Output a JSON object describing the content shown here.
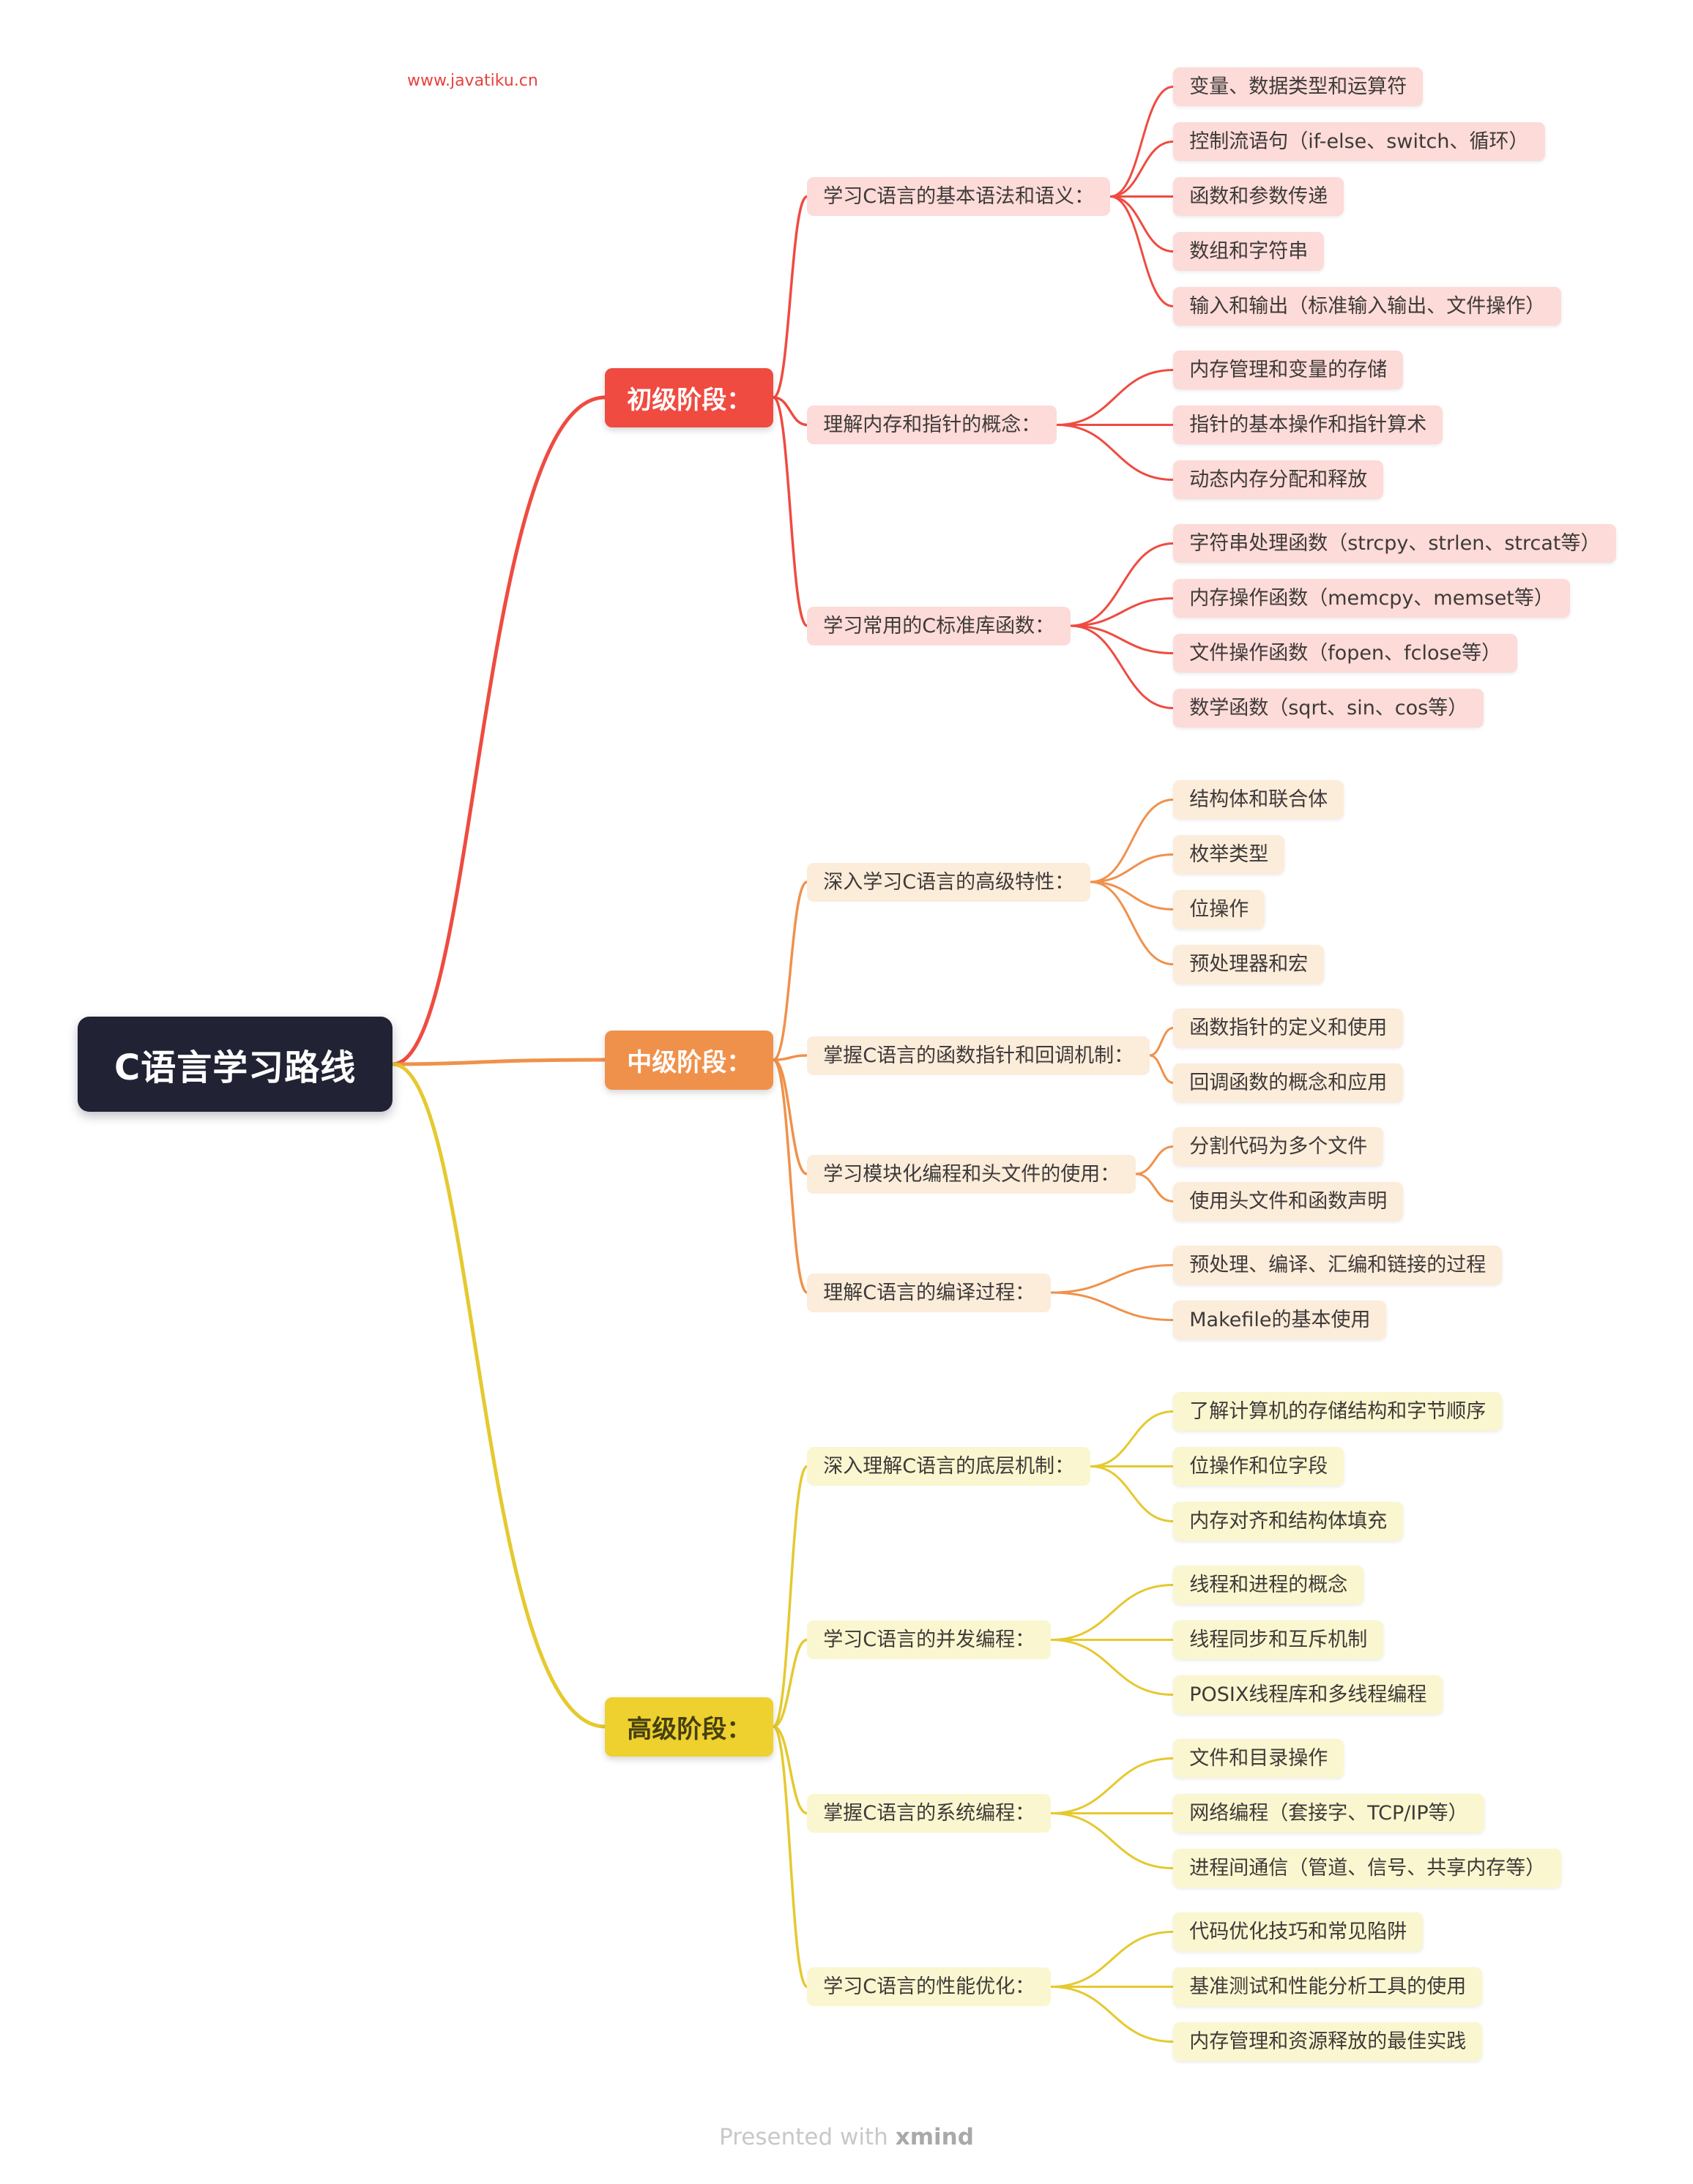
{
  "watermark": {
    "text": "www.javatiku.cn",
    "color": "#e8423c"
  },
  "footer": {
    "presented_with": "Presented with",
    "brand": "xmind"
  },
  "root": {
    "label": "C语言学习路线",
    "bg": "#212234",
    "fg": "#ffffff",
    "branches": [
      {
        "id": "beginner",
        "label": "初级阶段：",
        "bg": "#ef4b41",
        "fg": "#ffffff",
        "line": "#ef4b41",
        "child_bg": "#fcdbd8",
        "child_fg": "#3e3a39",
        "children": [
          {
            "label": "学习C语言的基本语法和语义：",
            "leaves": [
              "变量、数据类型和运算符",
              "控制流语句（if-else、switch、循环）",
              "函数和参数传递",
              "数组和字符串",
              "输入和输出（标准输入输出、文件操作）"
            ]
          },
          {
            "label": "理解内存和指针的概念：",
            "leaves": [
              "内存管理和变量的存储",
              "指针的基本操作和指针算术",
              "动态内存分配和释放"
            ]
          },
          {
            "label": "学习常用的C标准库函数：",
            "leaves": [
              "字符串处理函数（strcpy、strlen、strcat等）",
              "内存操作函数（memcpy、memset等）",
              "文件操作函数（fopen、fclose等）",
              "数学函数（sqrt、sin、cos等）"
            ]
          }
        ]
      },
      {
        "id": "intermediate",
        "label": "中级阶段：",
        "bg": "#f0914b",
        "fg": "#ffffff",
        "line": "#f0914b",
        "child_bg": "#fcecda",
        "child_fg": "#3e3a39",
        "children": [
          {
            "label": "深入学习C语言的高级特性：",
            "leaves": [
              "结构体和联合体",
              "枚举类型",
              "位操作",
              "预处理器和宏"
            ]
          },
          {
            "label": "掌握C语言的函数指针和回调机制：",
            "leaves": [
              "函数指针的定义和使用",
              "回调函数的概念和应用"
            ]
          },
          {
            "label": "学习模块化编程和头文件的使用：",
            "leaves": [
              "分割代码为多个文件",
              "使用头文件和函数声明"
            ]
          },
          {
            "label": "理解C语言的编译过程：",
            "leaves": [
              "预处理、编译、汇编和链接的过程",
              "Makefile的基本使用"
            ]
          }
        ]
      },
      {
        "id": "advanced",
        "label": "高级阶段：",
        "bg": "#eed02f",
        "fg": "#45400f",
        "line": "#e5c92f",
        "child_bg": "#faf6cf",
        "child_fg": "#3e3a39",
        "children": [
          {
            "label": "深入理解C语言的底层机制：",
            "leaves": [
              "了解计算机的存储结构和字节顺序",
              "位操作和位字段",
              "内存对齐和结构体填充"
            ]
          },
          {
            "label": "学习C语言的并发编程：",
            "leaves": [
              "线程和进程的概念",
              "线程同步和互斥机制",
              "POSIX线程库和多线程编程"
            ]
          },
          {
            "label": "掌握C语言的系统编程：",
            "leaves": [
              "文件和目录操作",
              "网络编程（套接字、TCP/IP等）",
              "进程间通信（管道、信号、共享内存等）"
            ]
          },
          {
            "label": "学习C语言的性能优化：",
            "leaves": [
              "代码优化技巧和常见陷阱",
              "基准测试和性能分析工具的使用",
              "内存管理和资源释放的最佳实践"
            ]
          }
        ]
      }
    ]
  }
}
